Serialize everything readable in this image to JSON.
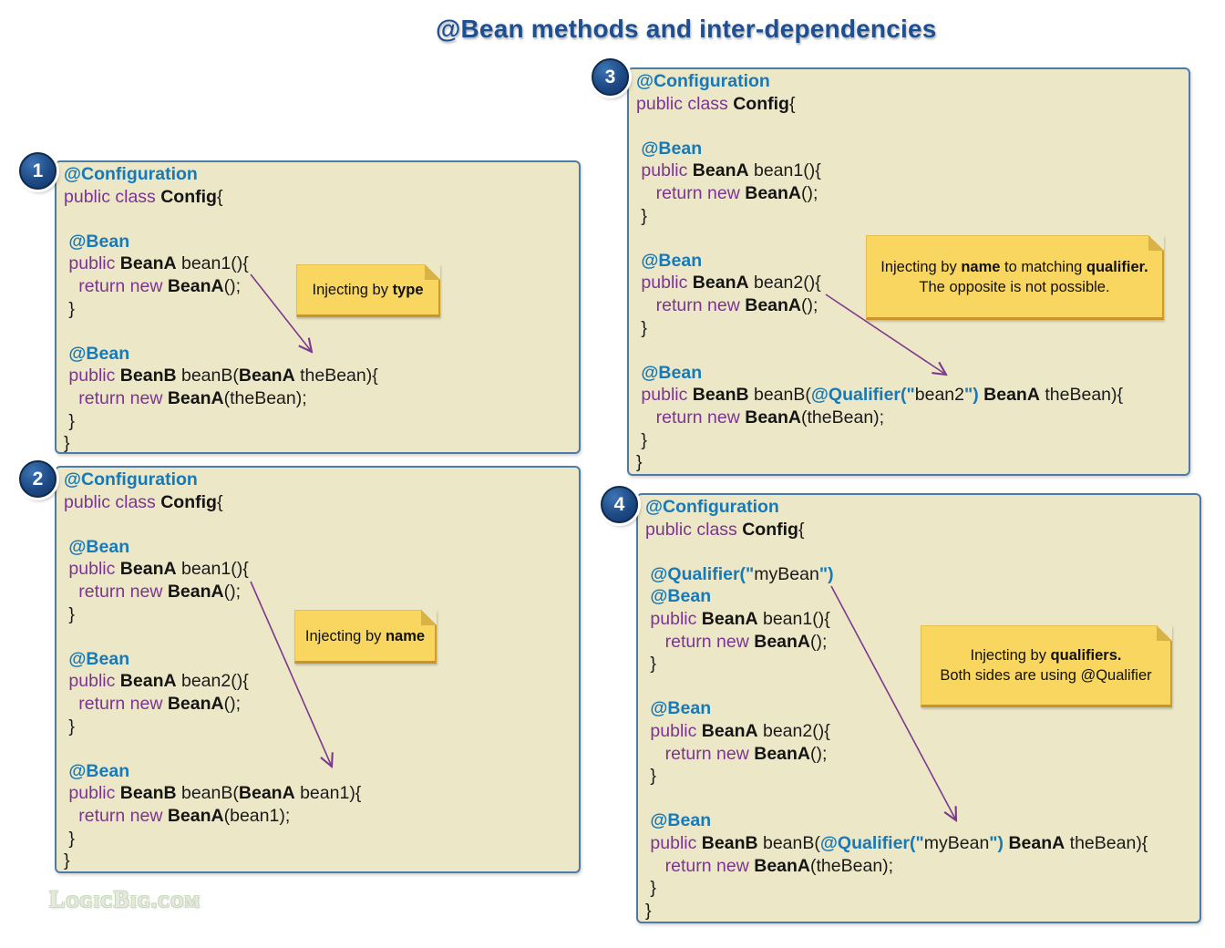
{
  "title": "@Bean methods and inter-dependencies",
  "watermark": "LogicBig.com",
  "colors": {
    "title_navy": "#1d4f91",
    "annotation_blue": "#1879b8",
    "keyword_purple": "#7b3591",
    "panel_background": "#ece7c6",
    "panel_border": "#4d7ba7",
    "note_yellow": "#f9d65f",
    "arrow_purple": "#7c3a8d",
    "badge_navy": "#1d4a85"
  },
  "panels": [
    {
      "number": "1",
      "code": [
        [
          {
            "t": "@Configuration",
            "c": "ann"
          }
        ],
        [
          {
            "t": "public class ",
            "c": "kw"
          },
          {
            "t": "Config",
            "c": "b"
          },
          {
            "t": "{",
            "c": "pl"
          }
        ],
        [],
        [
          {
            "t": " ",
            "c": "pl"
          },
          {
            "t": "@Bean",
            "c": "ann"
          }
        ],
        [
          {
            "t": " ",
            "c": "pl"
          },
          {
            "t": "public ",
            "c": "kw"
          },
          {
            "t": "BeanA",
            "c": "b"
          },
          {
            "t": " bean1(){",
            "c": "pl"
          }
        ],
        [
          {
            "t": "   ",
            "c": "pl"
          },
          {
            "t": "return new ",
            "c": "kw"
          },
          {
            "t": "BeanA",
            "c": "b"
          },
          {
            "t": "();",
            "c": "pl"
          }
        ],
        [
          {
            "t": " }",
            "c": "pl"
          }
        ],
        [],
        [
          {
            "t": " ",
            "c": "pl"
          },
          {
            "t": "@Bean",
            "c": "ann"
          }
        ],
        [
          {
            "t": " ",
            "c": "pl"
          },
          {
            "t": "public ",
            "c": "kw"
          },
          {
            "t": "BeanB",
            "c": "b"
          },
          {
            "t": " beanB(",
            "c": "pl"
          },
          {
            "t": "BeanA",
            "c": "b"
          },
          {
            "t": " theBean){",
            "c": "pl"
          }
        ],
        [
          {
            "t": "   ",
            "c": "pl"
          },
          {
            "t": "return new ",
            "c": "kw"
          },
          {
            "t": "BeanA",
            "c": "b"
          },
          {
            "t": "(theBean);",
            "c": "pl"
          }
        ],
        [
          {
            "t": " }",
            "c": "pl"
          }
        ],
        [
          {
            "t": "}",
            "c": "pl"
          }
        ]
      ],
      "note": {
        "lines": [
          [
            {
              "t": "Injecting by ",
              "c": "n"
            },
            {
              "t": "type",
              "c": "nb"
            }
          ]
        ]
      }
    },
    {
      "number": "2",
      "code": [
        [
          {
            "t": "@Configuration",
            "c": "ann"
          }
        ],
        [
          {
            "t": "public class ",
            "c": "kw"
          },
          {
            "t": "Config",
            "c": "b"
          },
          {
            "t": "{",
            "c": "pl"
          }
        ],
        [],
        [
          {
            "t": " ",
            "c": "pl"
          },
          {
            "t": "@Bean",
            "c": "ann"
          }
        ],
        [
          {
            "t": " ",
            "c": "pl"
          },
          {
            "t": "public ",
            "c": "kw"
          },
          {
            "t": "BeanA",
            "c": "b"
          },
          {
            "t": " bean1(){",
            "c": "pl"
          }
        ],
        [
          {
            "t": "   ",
            "c": "pl"
          },
          {
            "t": "return new ",
            "c": "kw"
          },
          {
            "t": "BeanA",
            "c": "b"
          },
          {
            "t": "();",
            "c": "pl"
          }
        ],
        [
          {
            "t": " }",
            "c": "pl"
          }
        ],
        [],
        [
          {
            "t": " ",
            "c": "pl"
          },
          {
            "t": "@Bean",
            "c": "ann"
          }
        ],
        [
          {
            "t": " ",
            "c": "pl"
          },
          {
            "t": "public ",
            "c": "kw"
          },
          {
            "t": "BeanA",
            "c": "b"
          },
          {
            "t": " bean2(){",
            "c": "pl"
          }
        ],
        [
          {
            "t": "   ",
            "c": "pl"
          },
          {
            "t": "return new ",
            "c": "kw"
          },
          {
            "t": "BeanA",
            "c": "b"
          },
          {
            "t": "();",
            "c": "pl"
          }
        ],
        [
          {
            "t": " }",
            "c": "pl"
          }
        ],
        [],
        [
          {
            "t": " ",
            "c": "pl"
          },
          {
            "t": "@Bean",
            "c": "ann"
          }
        ],
        [
          {
            "t": " ",
            "c": "pl"
          },
          {
            "t": "public ",
            "c": "kw"
          },
          {
            "t": "BeanB",
            "c": "b"
          },
          {
            "t": " beanB(",
            "c": "pl"
          },
          {
            "t": "BeanA",
            "c": "b"
          },
          {
            "t": " bean1){",
            "c": "pl"
          }
        ],
        [
          {
            "t": "   ",
            "c": "pl"
          },
          {
            "t": "return new ",
            "c": "kw"
          },
          {
            "t": "BeanA",
            "c": "b"
          },
          {
            "t": "(bean1);",
            "c": "pl"
          }
        ],
        [
          {
            "t": " }",
            "c": "pl"
          }
        ],
        [
          {
            "t": "}",
            "c": "pl"
          }
        ]
      ],
      "note": {
        "lines": [
          [
            {
              "t": "Injecting by ",
              "c": "n"
            },
            {
              "t": "name",
              "c": "nb"
            }
          ]
        ]
      }
    },
    {
      "number": "3",
      "code": [
        [
          {
            "t": "@Configuration",
            "c": "ann"
          }
        ],
        [
          {
            "t": "public class ",
            "c": "kw"
          },
          {
            "t": "Config",
            "c": "b"
          },
          {
            "t": "{",
            "c": "pl"
          }
        ],
        [],
        [
          {
            "t": " ",
            "c": "pl"
          },
          {
            "t": "@Bean",
            "c": "ann"
          }
        ],
        [
          {
            "t": " ",
            "c": "pl"
          },
          {
            "t": "public ",
            "c": "kw"
          },
          {
            "t": "BeanA",
            "c": "b"
          },
          {
            "t": " bean1(){",
            "c": "pl"
          }
        ],
        [
          {
            "t": "    ",
            "c": "pl"
          },
          {
            "t": "return new ",
            "c": "kw"
          },
          {
            "t": "BeanA",
            "c": "b"
          },
          {
            "t": "();",
            "c": "pl"
          }
        ],
        [
          {
            "t": " }",
            "c": "pl"
          }
        ],
        [],
        [
          {
            "t": " ",
            "c": "pl"
          },
          {
            "t": "@Bean",
            "c": "ann"
          }
        ],
        [
          {
            "t": " ",
            "c": "pl"
          },
          {
            "t": "public ",
            "c": "kw"
          },
          {
            "t": "BeanA",
            "c": "b"
          },
          {
            "t": " bean2(){",
            "c": "pl"
          }
        ],
        [
          {
            "t": "    ",
            "c": "pl"
          },
          {
            "t": "return new ",
            "c": "kw"
          },
          {
            "t": "BeanA",
            "c": "b"
          },
          {
            "t": "();",
            "c": "pl"
          }
        ],
        [
          {
            "t": " }",
            "c": "pl"
          }
        ],
        [],
        [
          {
            "t": " ",
            "c": "pl"
          },
          {
            "t": "@Bean",
            "c": "ann"
          }
        ],
        [
          {
            "t": " ",
            "c": "pl"
          },
          {
            "t": "public ",
            "c": "kw"
          },
          {
            "t": "BeanB",
            "c": "b"
          },
          {
            "t": " beanB(",
            "c": "pl"
          },
          {
            "t": "@Qualifier(\"",
            "c": "ann"
          },
          {
            "t": "bean2",
            "c": "pl"
          },
          {
            "t": "\")",
            "c": "ann"
          },
          {
            "t": " ",
            "c": "pl"
          },
          {
            "t": "BeanA",
            "c": "b"
          },
          {
            "t": " theBean){",
            "c": "pl"
          }
        ],
        [
          {
            "t": "    ",
            "c": "pl"
          },
          {
            "t": "return new ",
            "c": "kw"
          },
          {
            "t": "BeanA",
            "c": "b"
          },
          {
            "t": "(theBean);",
            "c": "pl"
          }
        ],
        [
          {
            "t": " }",
            "c": "pl"
          }
        ],
        [
          {
            "t": "}",
            "c": "pl"
          }
        ]
      ],
      "note": {
        "lines": [
          [
            {
              "t": "Injecting by ",
              "c": "n"
            },
            {
              "t": "name",
              "c": "nb"
            },
            {
              "t": " to matching ",
              "c": "n"
            },
            {
              "t": "qualifier.",
              "c": "nb"
            }
          ],
          [
            {
              "t": "The opposite is not possible.",
              "c": "n"
            }
          ]
        ]
      }
    },
    {
      "number": "4",
      "code": [
        [
          {
            "t": "@Configuration",
            "c": "ann"
          }
        ],
        [
          {
            "t": "public class ",
            "c": "kw"
          },
          {
            "t": "Config",
            "c": "b"
          },
          {
            "t": "{",
            "c": "pl"
          }
        ],
        [],
        [
          {
            "t": " ",
            "c": "pl"
          },
          {
            "t": "@Qualifier(\"",
            "c": "ann"
          },
          {
            "t": "myBean",
            "c": "pl"
          },
          {
            "t": "\")",
            "c": "ann"
          }
        ],
        [
          {
            "t": " ",
            "c": "pl"
          },
          {
            "t": "@Bean",
            "c": "ann"
          }
        ],
        [
          {
            "t": " ",
            "c": "pl"
          },
          {
            "t": "public ",
            "c": "kw"
          },
          {
            "t": "BeanA",
            "c": "b"
          },
          {
            "t": " bean1(){",
            "c": "pl"
          }
        ],
        [
          {
            "t": "    ",
            "c": "pl"
          },
          {
            "t": "return new ",
            "c": "kw"
          },
          {
            "t": "BeanA",
            "c": "b"
          },
          {
            "t": "();",
            "c": "pl"
          }
        ],
        [
          {
            "t": " }",
            "c": "pl"
          }
        ],
        [],
        [
          {
            "t": " ",
            "c": "pl"
          },
          {
            "t": "@Bean",
            "c": "ann"
          }
        ],
        [
          {
            "t": " ",
            "c": "pl"
          },
          {
            "t": "public ",
            "c": "kw"
          },
          {
            "t": "BeanA",
            "c": "b"
          },
          {
            "t": " bean2(){",
            "c": "pl"
          }
        ],
        [
          {
            "t": "    ",
            "c": "pl"
          },
          {
            "t": "return new ",
            "c": "kw"
          },
          {
            "t": "BeanA",
            "c": "b"
          },
          {
            "t": "();",
            "c": "pl"
          }
        ],
        [
          {
            "t": " }",
            "c": "pl"
          }
        ],
        [],
        [
          {
            "t": " ",
            "c": "pl"
          },
          {
            "t": "@Bean",
            "c": "ann"
          }
        ],
        [
          {
            "t": " ",
            "c": "pl"
          },
          {
            "t": "public ",
            "c": "kw"
          },
          {
            "t": "BeanB",
            "c": "b"
          },
          {
            "t": " beanB(",
            "c": "pl"
          },
          {
            "t": "@Qualifier(\"",
            "c": "ann"
          },
          {
            "t": "myBean",
            "c": "pl"
          },
          {
            "t": "\")",
            "c": "ann"
          },
          {
            "t": " ",
            "c": "pl"
          },
          {
            "t": "BeanA",
            "c": "b"
          },
          {
            "t": " theBean){",
            "c": "pl"
          }
        ],
        [
          {
            "t": "    ",
            "c": "pl"
          },
          {
            "t": "return new ",
            "c": "kw"
          },
          {
            "t": "BeanA",
            "c": "b"
          },
          {
            "t": "(theBean);",
            "c": "pl"
          }
        ],
        [
          {
            "t": " }",
            "c": "pl"
          }
        ],
        [
          {
            "t": "}",
            "c": "pl"
          }
        ]
      ],
      "note": {
        "lines": [
          [
            {
              "t": "Injecting by ",
              "c": "n"
            },
            {
              "t": "qualifiers.",
              "c": "nb"
            }
          ],
          [
            {
              "t": "Both sides are using @Qualifier",
              "c": "n"
            }
          ]
        ]
      }
    }
  ]
}
